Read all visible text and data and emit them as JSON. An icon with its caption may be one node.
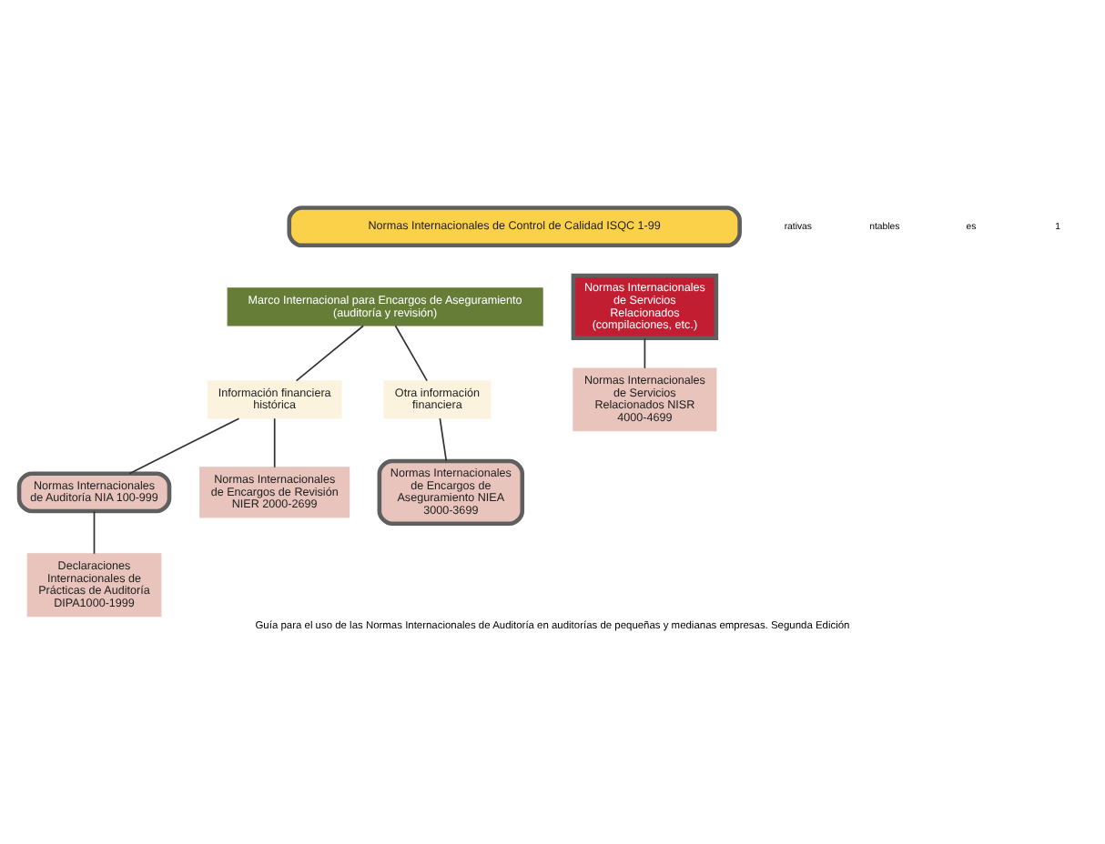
{
  "diagram": {
    "caption": "Guía para el uso de las Normas Internacionales de Auditoría en auditorías de pequeñas y medianas empresas. Segunda Edición",
    "nodes": [
      {
        "text": [
          "Normas Internacionales de Control de Calidad ISQC 1-99"
        ]
      },
      {
        "text": [
          "Marco Internacional para Encargos de Aseguramiento (auditoría y revisión)"
        ]
      },
      {
        "text": [
          "Normas Internacionales de Servicios Relacionados (compilaciones, etc.)"
        ]
      },
      {
        "text": [
          "Información financiera histórica"
        ]
      },
      {
        "text": [
          "Otra información financiera"
        ]
      },
      {
        "text": [
          "Normas Internacionales de Auditoría NIA 100-999"
        ]
      },
      {
        "text": [
          "Normas Internacionales de Encargos de Aseguramiento NIEA 3000-3699"
        ]
      },
      {
        "text": [
          "Normas Internacionales de Servicios Relacionados NISR 4000-4699"
        ]
      },
      {
        "text": [
          "Declaraciones Internacionales de Prácticas de Auditoría DIPA1000-1999"
        ]
      },
      {
        "text": [
          "Normas Internacionales de Encargos de Revisión NIER 2000-2699"
        ]
      }
    ],
    "edges": [
      {
        "from": 1,
        "to": 3,
        "arrow": "none"
      },
      {
        "from": 1,
        "to": 4,
        "arrow": "none"
      },
      {
        "from": 2,
        "to": 7,
        "arrow": "none"
      },
      {
        "from": 3,
        "to": 5,
        "arrow": "none"
      },
      {
        "from": 3,
        "to": 9,
        "arrow": "none"
      },
      {
        "from": 4,
        "to": 6,
        "arrow": "none"
      },
      {
        "from": 5,
        "to": 8,
        "arrow": "none"
      }
    ],
    "labels": [
      "rativas",
      "ntables",
      "es",
      "1"
    ]
  }
}
